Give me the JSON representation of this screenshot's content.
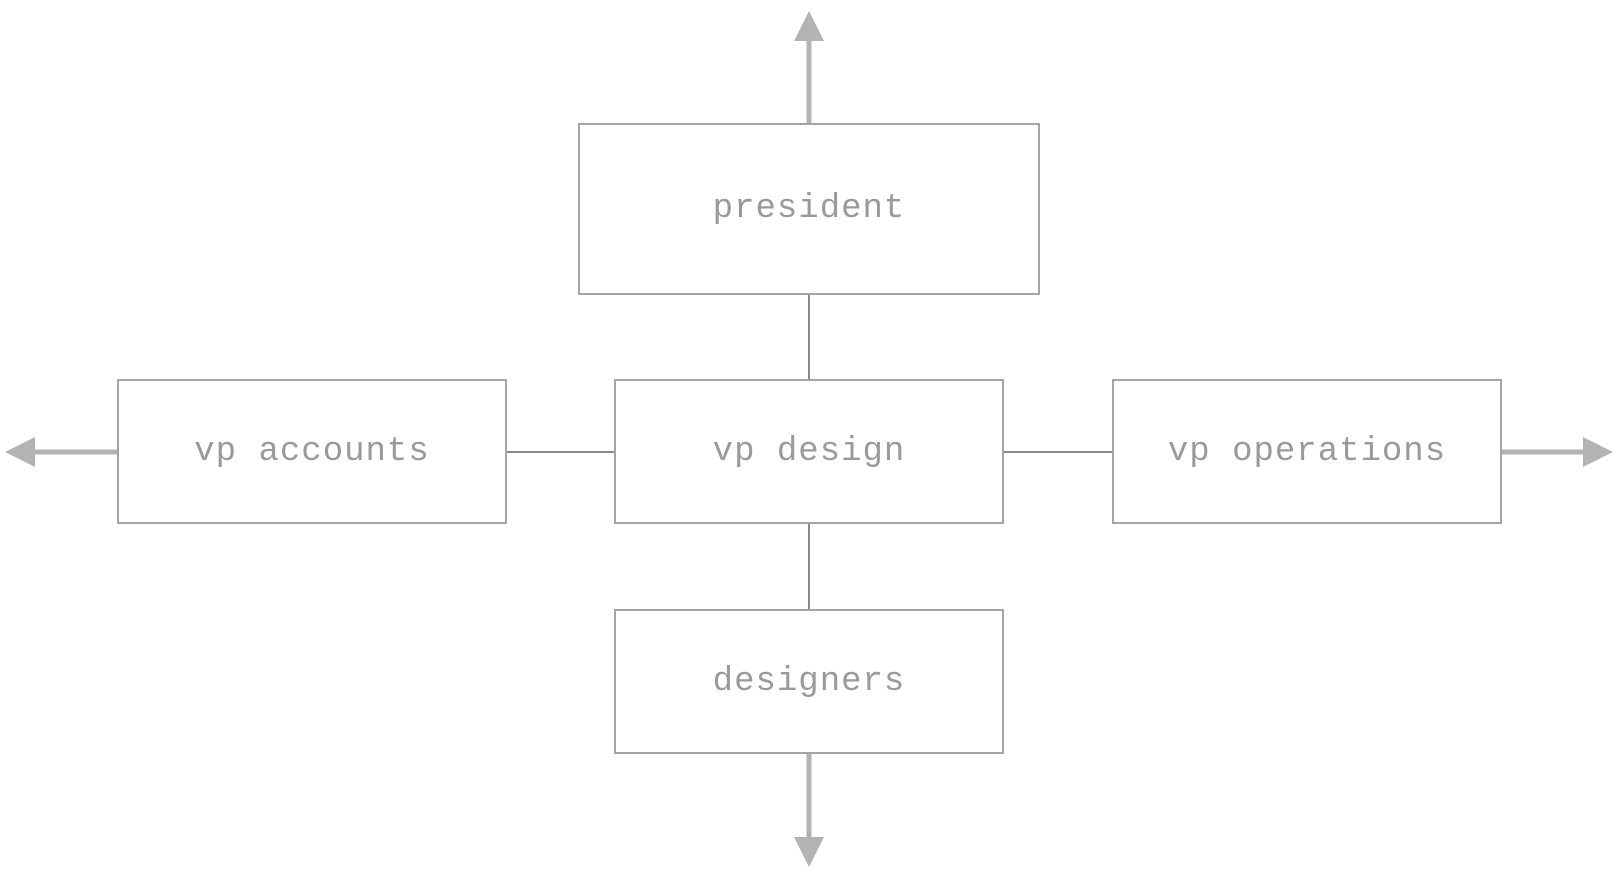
{
  "colors": {
    "background": "#ffffff",
    "box_border": "#a5a5a5",
    "label_text": "#9a9a9a",
    "connector": "#606060",
    "arrow": "#b3b3b3"
  },
  "nodes": {
    "president": "president",
    "vp_accounts": "vp accounts",
    "vp_design": "vp design",
    "vp_operations": "vp operations",
    "designers": "designers"
  },
  "edges": [
    {
      "from": "president",
      "to": "vp design"
    },
    {
      "from": "vp accounts",
      "to": "vp design"
    },
    {
      "from": "vp design",
      "to": "vp operations"
    },
    {
      "from": "vp design",
      "to": "designers"
    }
  ],
  "outward_arrows": [
    {
      "from": "president",
      "direction": "up"
    },
    {
      "from": "vp accounts",
      "direction": "left"
    },
    {
      "from": "vp operations",
      "direction": "right"
    },
    {
      "from": "designers",
      "direction": "down"
    }
  ]
}
